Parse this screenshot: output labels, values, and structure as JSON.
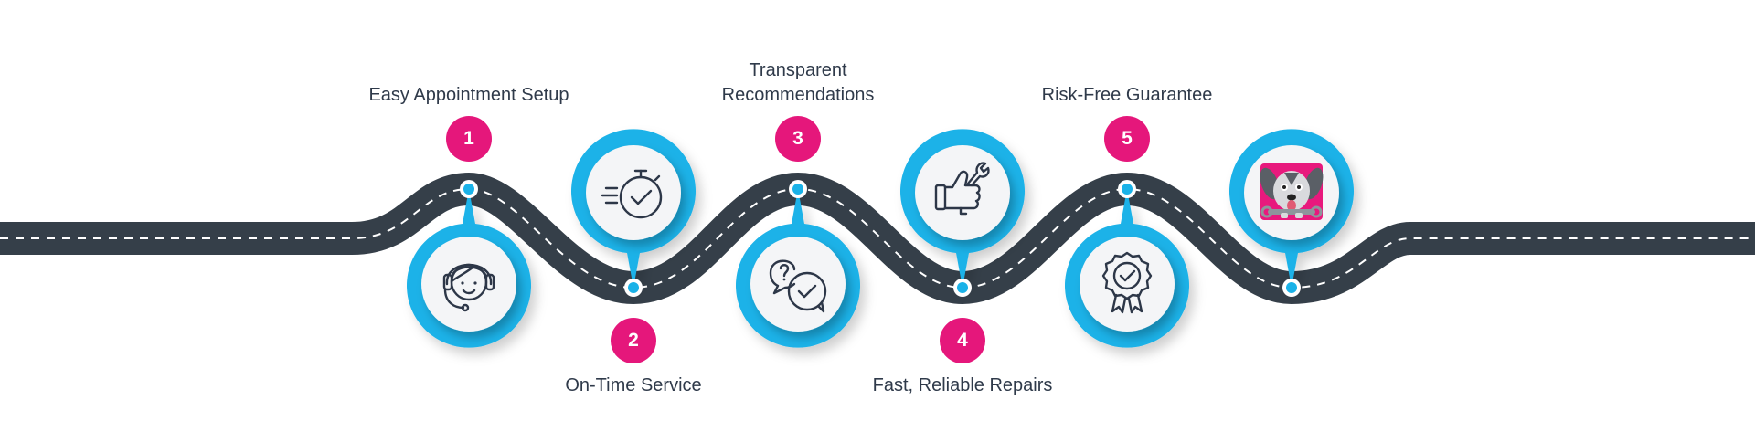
{
  "steps": [
    {
      "number": "1",
      "label_lines": [
        "Easy Appointment Setup"
      ],
      "icon": "headset-support-icon"
    },
    {
      "number": "2",
      "label_lines": [
        "On-Time Service"
      ],
      "icon": "stopwatch-check-icon"
    },
    {
      "number": "3",
      "label_lines": [
        "Transparent",
        "Recommendations"
      ],
      "icon": "chat-question-check-icon"
    },
    {
      "number": "4",
      "label_lines": [
        "Fast, Reliable Repairs"
      ],
      "icon": "thumbs-up-wrench-icon"
    },
    {
      "number": "5",
      "label_lines": [
        "Risk-Free Guarantee"
      ],
      "icon": "award-badge-check-icon"
    }
  ],
  "final_marker": {
    "icon": "dog-mascot-logo"
  },
  "colors": {
    "road": "#353f49",
    "road_edge": "#ffffff",
    "lane_dash": "#ffffff",
    "pin": "#1ab2e8",
    "badge": "#e5177b",
    "icon_disc": "#f4f5f7",
    "icon_stroke": "#2d3748",
    "text": "#2f3a4a",
    "mascot_bg": "#e8197d"
  }
}
